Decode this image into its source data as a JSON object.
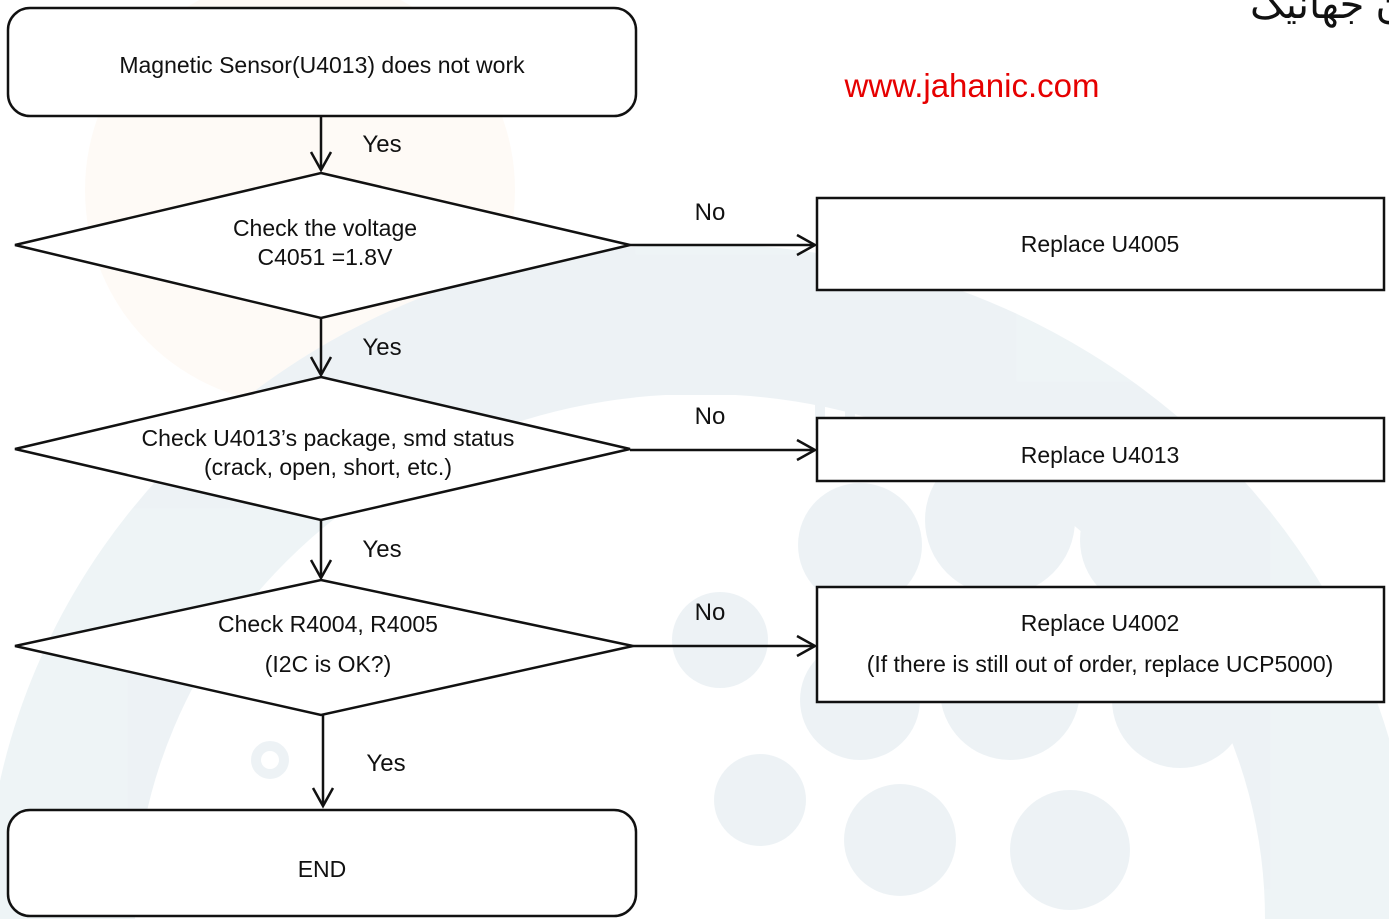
{
  "watermark": {
    "site": "www.jahanic.com",
    "site_color": "#e60000",
    "header_fragment": "...ایران جهانیک",
    "emblem_color": "#0f5d82",
    "sun_color": "#f7b97a"
  },
  "nodes": {
    "start": "Magnetic Sensor(U4013) does not work",
    "check_voltage": [
      "Check the voltage",
      "C4051 =1.8V"
    ],
    "check_package": [
      "Check U4013’s package, smd status",
      "(crack, open, short, etc.)"
    ],
    "check_i2c": [
      "Check R4004, R4005",
      "(I2C is OK?)"
    ],
    "end": "END"
  },
  "actions": {
    "replace_u4005": "Replace U4005",
    "replace_u4013": "Replace U4013",
    "replace_u4002": [
      "Replace U4002",
      "(If there is still out of order, replace UCP5000)"
    ]
  },
  "edge_labels": {
    "yes": "Yes",
    "no": "No"
  }
}
